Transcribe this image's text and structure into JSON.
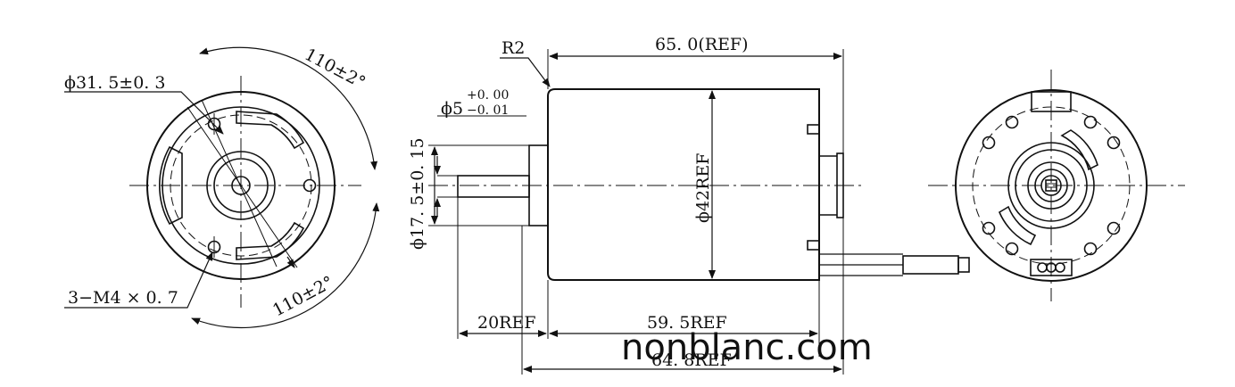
{
  "colors": {
    "line": "#111111",
    "background": "#ffffff"
  },
  "labels": {
    "phi_31_5": "ϕ31. 5±0. 3",
    "angle_top": "110±2°",
    "angle_bottom": "110±2°",
    "m4": "3−M4 × 0. 7",
    "r2": "R2",
    "len_65": "65. 0(REF)",
    "phi_5": "ϕ5",
    "phi_5_tol_up": "+0. 00",
    "phi_5_tol_down": "−0. 01",
    "phi_17_5": "ϕ17. 5±0. 15",
    "phi_42": "ϕ42REF",
    "len_20": "20REF",
    "len_59_5": "59. 5REF",
    "len_64_8": "64. 8REF"
  },
  "watermark": "nonblanc.com"
}
